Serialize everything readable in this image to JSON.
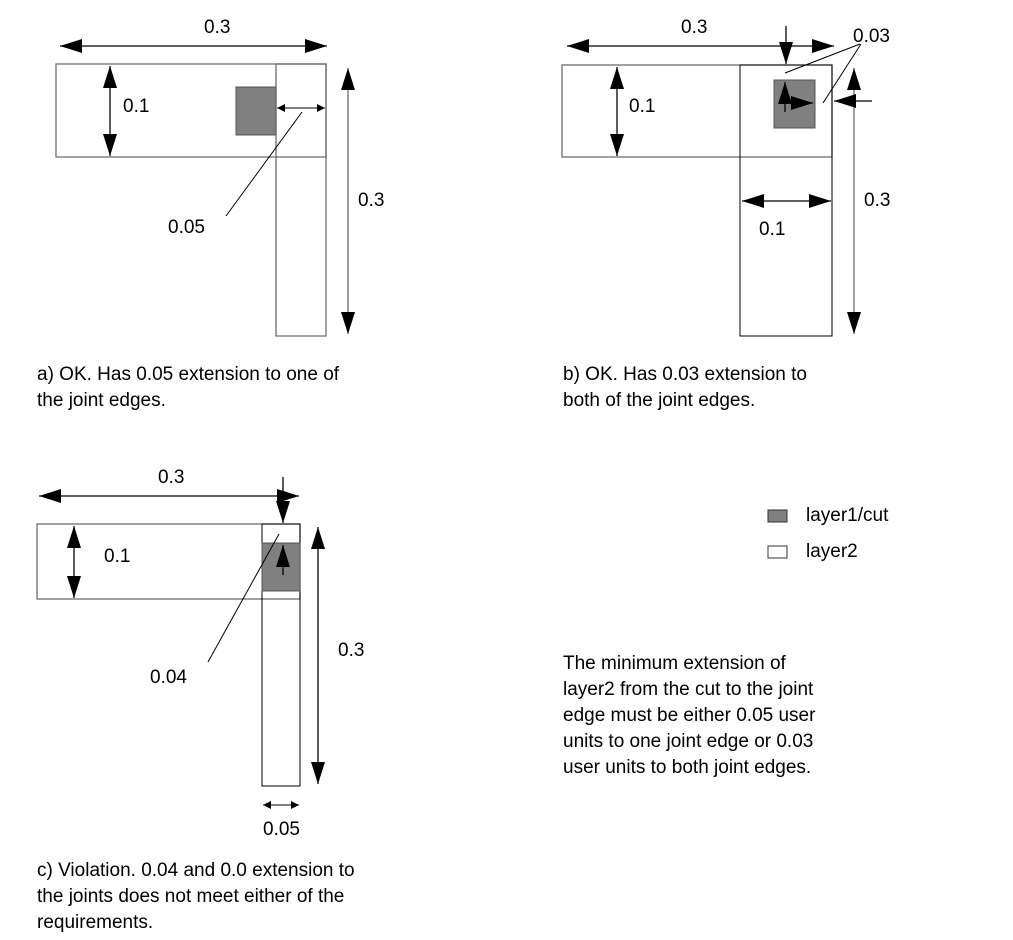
{
  "colors": {
    "cut": "#808080",
    "layer2_fill": "#ffffff",
    "outline": "#6e6e6e",
    "line": "#000000"
  },
  "panel_a": {
    "width_label": "0.3",
    "height_label": "0.1",
    "vertical_label": "0.3",
    "extension_label": "0.05",
    "caption": "a) OK. Has 0.05 extension to one of\nthe joint edges."
  },
  "panel_b": {
    "width_label": "0.3",
    "height_label": "0.1",
    "vertical_label": "0.3",
    "column_width_label": "0.1",
    "extension_label": "0.03",
    "caption": "b) OK. Has 0.03 extension to\nboth of the joint edges."
  },
  "panel_c": {
    "width_label": "0.3",
    "height_label": "0.1",
    "vertical_label": "0.3",
    "extension_label": "0.04",
    "column_width_label": "0.05",
    "caption": "c) Violation. 0.04 and 0.0 extension to\nthe joints does not meet either of the\nrequirements."
  },
  "legend": [
    {
      "label": "layer1/cut",
      "swatch": "cut"
    },
    {
      "label": "layer2",
      "swatch": "layer2"
    }
  ],
  "note": "The minimum extension of\nlayer2 from the cut to the joint\nedge must be either 0.05 user\nunits to one joint edge or 0.03\nuser units to both joint edges."
}
